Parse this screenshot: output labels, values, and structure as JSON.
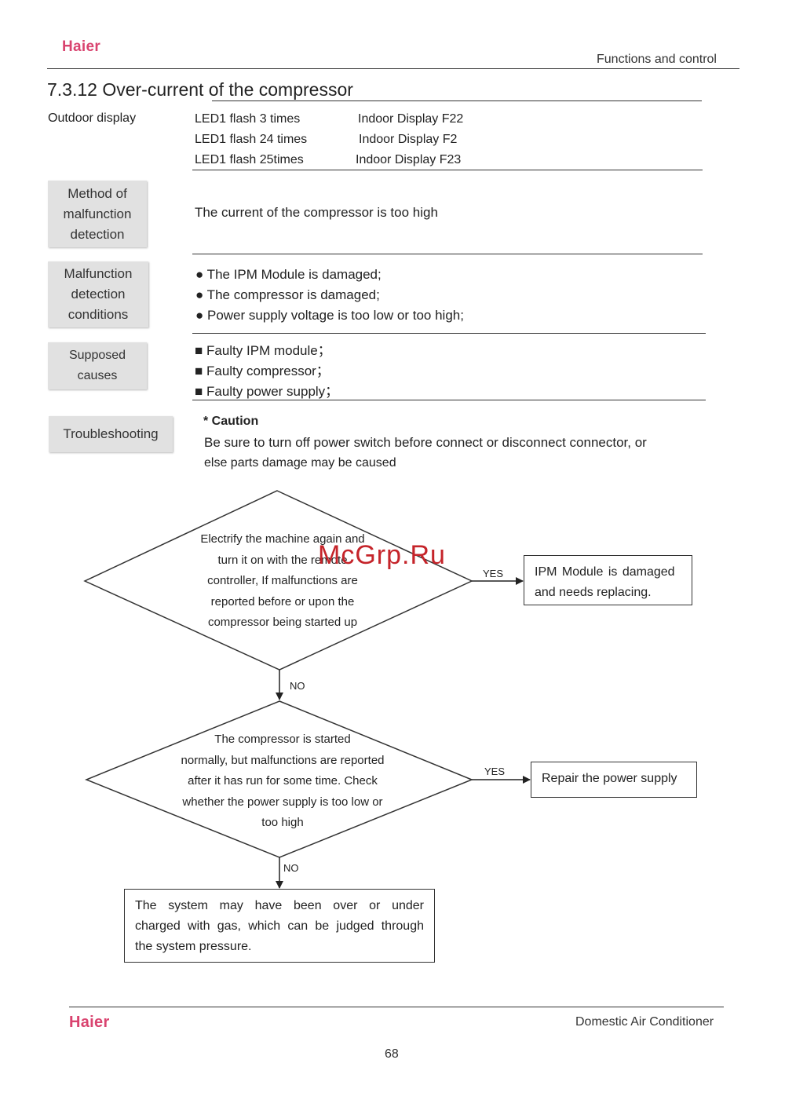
{
  "header": {
    "brand": "Haier",
    "section": "Functions and control"
  },
  "title": "7.3.12 Over-current of the compressor",
  "outdoor_display": {
    "label": "Outdoor display",
    "rows": [
      {
        "led": "LED1 flash 3 times",
        "indoor": "Indoor Display F22"
      },
      {
        "led": "LED1 flash 24 times",
        "indoor": "Indoor Display F2"
      },
      {
        "led": "LED1 flash 25times",
        "indoor": "Indoor Display F23"
      }
    ]
  },
  "method": {
    "label_lines": [
      "Method of",
      "malfunction",
      "detection"
    ],
    "text": "The current of the compressor is too high"
  },
  "conditions": {
    "label_lines": [
      "Malfunction",
      "detection",
      "conditions"
    ],
    "items": [
      "● The IPM Module is damaged;",
      "● The compressor is damaged;",
      "● Power supply voltage is too low or too high;"
    ]
  },
  "causes": {
    "label_lines": [
      "Supposed",
      "causes"
    ],
    "items": [
      "■ Faulty IPM module；",
      "■ Faulty compressor；",
      "■ Faulty power supply；"
    ]
  },
  "troubleshooting": {
    "label": "Troubleshooting",
    "caution_title": "* Caution",
    "caution_line1": "Be sure to turn off power switch before connect or disconnect connector, or",
    "caution_line2": "else parts damage may be caused"
  },
  "flowchart": {
    "decision1_lines": [
      "Electrify the machine again and",
      "turn it on with the remote",
      "controller, If malfunctions are",
      "reported before or upon the",
      "compressor being started up"
    ],
    "yes1_label": "YES",
    "result1_lines": [
      "IPM Module is damaged",
      "and needs replacing."
    ],
    "no1_label": "NO",
    "decision2_lines": [
      "The compressor is started",
      "normally, but malfunctions are reported",
      "after it has run for some time. Check",
      "whether the power supply is too low or",
      "too high"
    ],
    "yes2_label": "YES",
    "result2": "Repair the power supply",
    "no2_label": "NO",
    "final_lines": [
      "The system may have been over or under",
      "charged with gas, which can be judged through",
      "the system pressure."
    ]
  },
  "watermark": "McGrp.Ru",
  "footer": {
    "brand": "Haier",
    "product": "Domestic Air Conditioner",
    "page_number": "68"
  }
}
